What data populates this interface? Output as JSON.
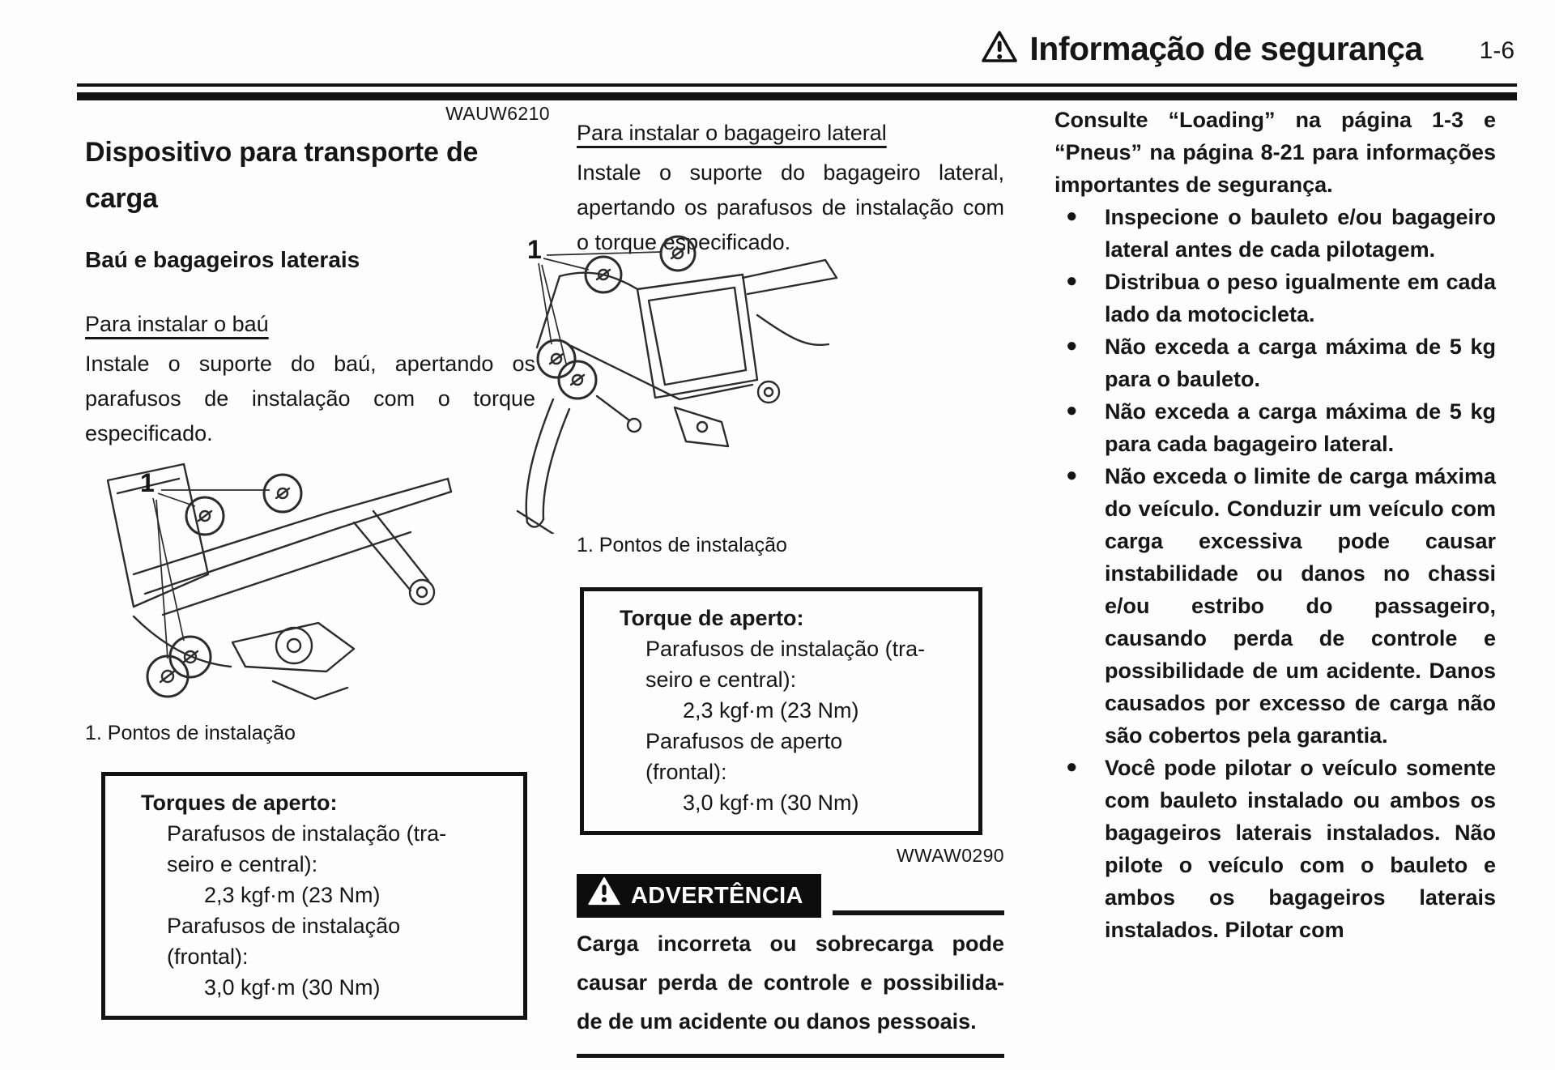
{
  "header": {
    "title": "Informação de segurança",
    "page_number": "1-6"
  },
  "col1": {
    "code": "WAUW6210",
    "title": "Dispositivo para transporte de carga",
    "subtitle": "Baú e bagageiros laterais",
    "section": "Para instalar o baú",
    "body": "Instale o suporte do baú, apertando os parafusos de instalação com o torque especificado.",
    "figure": {
      "label": "1",
      "caption": "1. Pontos de instalação"
    },
    "torque_box": {
      "lines": [
        "Torques de aperto:",
        "Parafusos de instalação (tra-",
        "seiro e central):",
        "2,3 kgf·m (23 Nm)",
        "Parafusos de instalação",
        "(frontal):",
        "3,0 kgf·m (30 Nm)"
      ]
    }
  },
  "col2": {
    "section": "Para instalar o bagageiro lateral",
    "body": "Instale o suporte do bagageiro lateral, apertando os parafusos de instalação com o torque especificado.",
    "figure": {
      "label": "1",
      "caption": "1. Pontos de instalação"
    },
    "torque_box": {
      "lines": [
        "Torque de aperto:",
        "Parafusos de instalação (tra-",
        "seiro e central):",
        "2,3 kgf·m (23 Nm)",
        "Parafusos de aperto",
        "(frontal):",
        "3,0 kgf·m (30 Nm)"
      ]
    },
    "warning": {
      "code": "WWAW0290",
      "label": "ADVERTÊNCIA",
      "lines": [
        "Carga incorreta ou sobrecarga pode",
        "causar perda de controle e possibilida-",
        "de de um acidente ou danos pessoais."
      ]
    }
  },
  "col3": {
    "intro": "Consulte “Loading” na página 1-3 e “Pneus” na página 8-21 para informações importantes de segurança.",
    "bullet": "●",
    "bullets": [
      "Inspecione o bauleto e/ou bagageiro lateral antes de cada pilotagem.",
      "Distribua o peso igualmente em cada lado da motocicleta.",
      "Não exceda a carga máxima de 5 kg para o bauleto.",
      "Não exceda a carga máxima de 5 kg para cada bagageiro lateral.",
      "Não exceda o limite de carga máxima do veículo. Conduzir um veículo com carga excessiva pode causar instabilidade ou danos no chassi e/ou estribo do passageiro, causando perda de controle e possibilidade de um acidente. Danos causados por excesso de carga não são cobertos pela garantia.",
      "Você pode pilotar o veículo somente com bauleto instalado ou ambos os bagageiros laterais instalados. Não pilote o veículo com o bauleto e ambos os bagageiros laterais instalados. Pilotar com"
    ]
  },
  "colors": {
    "ink": "#161616",
    "paper": "#fdfdfd",
    "warning_bg": "#0d0d0d"
  }
}
